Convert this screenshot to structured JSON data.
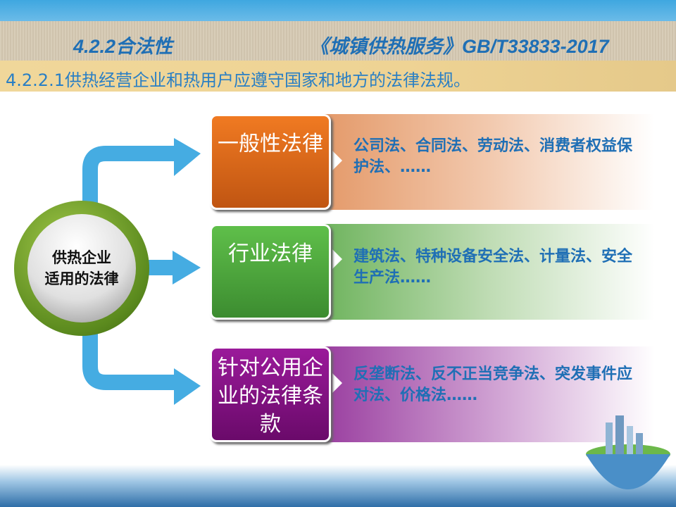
{
  "header": {
    "section_title": "4.2.2合法性",
    "standard": "《城镇供热服务》GB/T33833-2017",
    "clause": "4.2.2.1供热经营企业和热用户应遵守国家和地方的法律法规。"
  },
  "center": {
    "line1": "供热企业",
    "line2": "适用的法律"
  },
  "categories": [
    {
      "title": "一般性法律",
      "desc": "公司法、合同法、劳动法、消费者权益保护法、……",
      "color": "#e1701a"
    },
    {
      "title": "行业法律",
      "desc": "建筑法、特种设备安全法、计量法、安全生产法……",
      "color": "#4a9e3a"
    },
    {
      "title": "针对公用企业的法律条款",
      "desc": "反垄断法、反不正当竞争法、突发事件应对法、价格法……",
      "color": "#8a0f8a"
    }
  ]
}
